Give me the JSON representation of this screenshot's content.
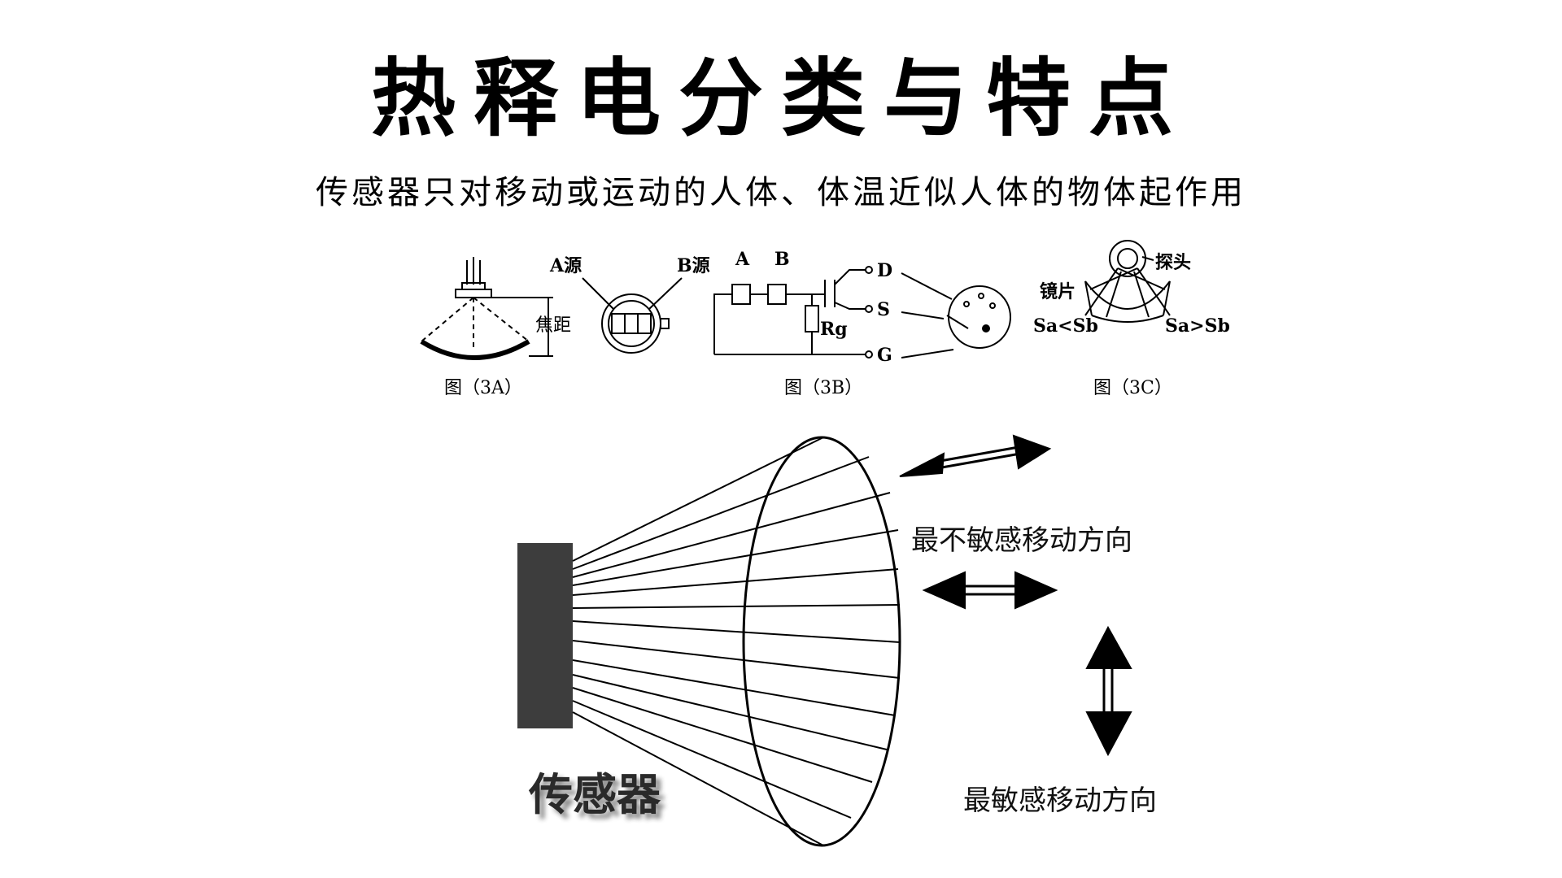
{
  "title": "热释电分类与特点",
  "subtitle": "传感器只对移动或运动的人体、体温近似人体的物体起作用",
  "fig3a": {
    "caption": "图（3A）",
    "label_a": "A源",
    "label_b": "B源",
    "focal": "焦距"
  },
  "fig3b": {
    "caption": "图（3B）",
    "label_a": "A",
    "label_b": "B",
    "label_rg": "Rg",
    "pin_d": "D",
    "pin_s": "S",
    "pin_g": "G"
  },
  "fig3c": {
    "caption": "图（3C）",
    "probe": "探头",
    "mirror": "镜片",
    "left": "Sa<Sb",
    "right": "Sa>Sb"
  },
  "cone": {
    "sensor_label": "传感器",
    "least_sensitive": "最不敏感移动方向",
    "most_sensitive": "最敏感移动方向"
  }
}
